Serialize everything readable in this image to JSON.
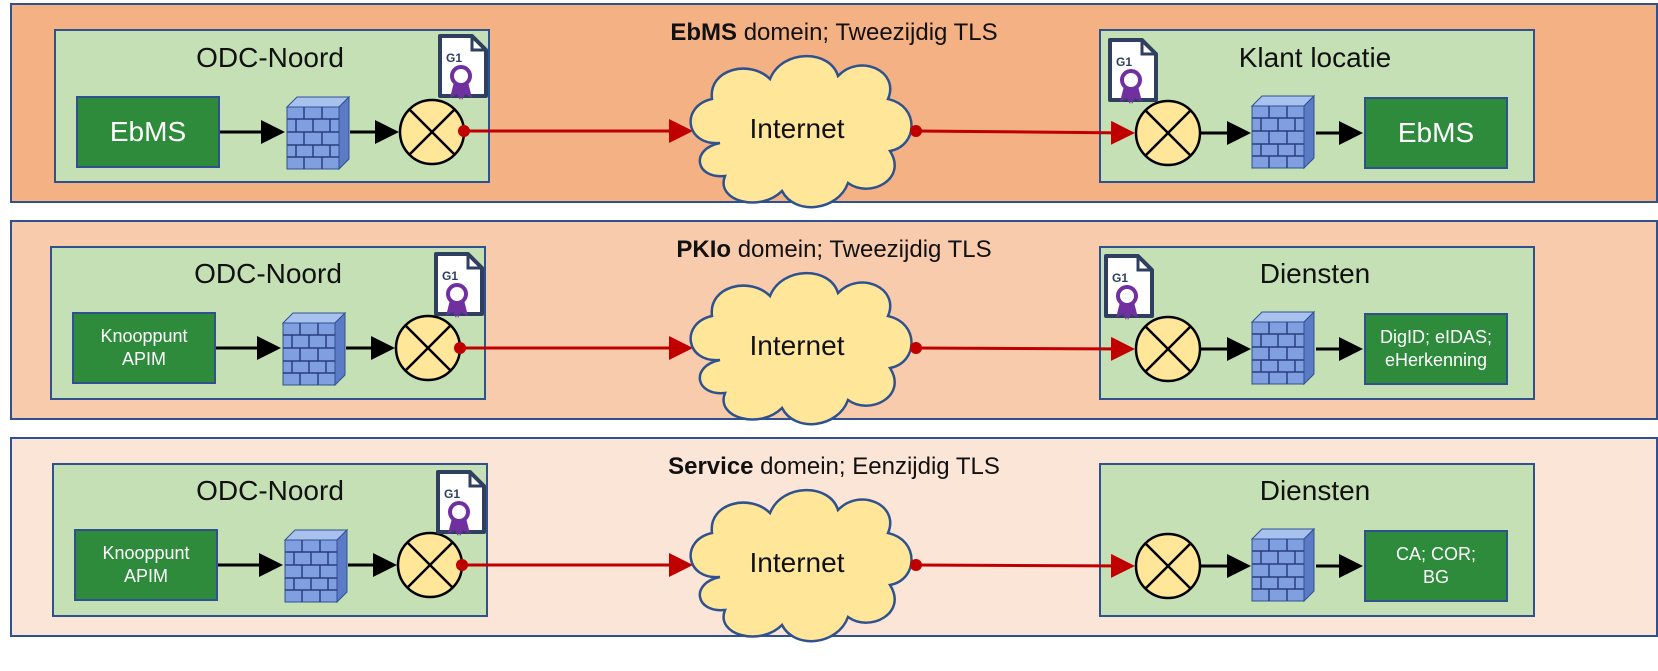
{
  "rows": [
    {
      "title_bold": "EbMS",
      "title_rest": " domein; Tweezijdig TLS",
      "band_color": "#f4b183",
      "left": {
        "title": "ODC-Noord",
        "system": "EbMS",
        "certificate_label": "G1"
      },
      "cloud": "Internet",
      "right": {
        "title": "Klant locatie",
        "system": "EbMS",
        "certificate_label": "G1"
      }
    },
    {
      "title_bold": "PKIo",
      "title_rest": " domein; Tweezijdig TLS",
      "band_color": "#f8cbad",
      "left": {
        "title": "ODC-Noord",
        "system": "Knooppunt\nAPIM",
        "certificate_label": "G1"
      },
      "cloud": "Internet",
      "right": {
        "title": "Diensten",
        "system": "DigID; eIDAS;\neHerkenning",
        "certificate_label": "G1"
      }
    },
    {
      "title_bold": "Service",
      "title_rest": " domein; Eenzijdig TLS",
      "band_color": "#fbe5d6",
      "left": {
        "title": "ODC-Noord",
        "system": "Knooppunt\nAPIM",
        "certificate_label": "G1"
      },
      "cloud": "Internet",
      "right": {
        "title": "Diensten",
        "system": "CA; COR;\nBG"
      }
    }
  ],
  "colors": {
    "location_fill": "#c5e0b4",
    "system_fill": "#2e8b3c",
    "border": "#2f528f",
    "connection_line": "#c00000",
    "cloud_fill": "#ffe699",
    "gateway_fill": "#ffe699",
    "certificate_ribbon": "#7030a0"
  },
  "icons": [
    "firewall-icon",
    "tls-gateway-icon",
    "certificate-icon",
    "cloud-icon"
  ]
}
